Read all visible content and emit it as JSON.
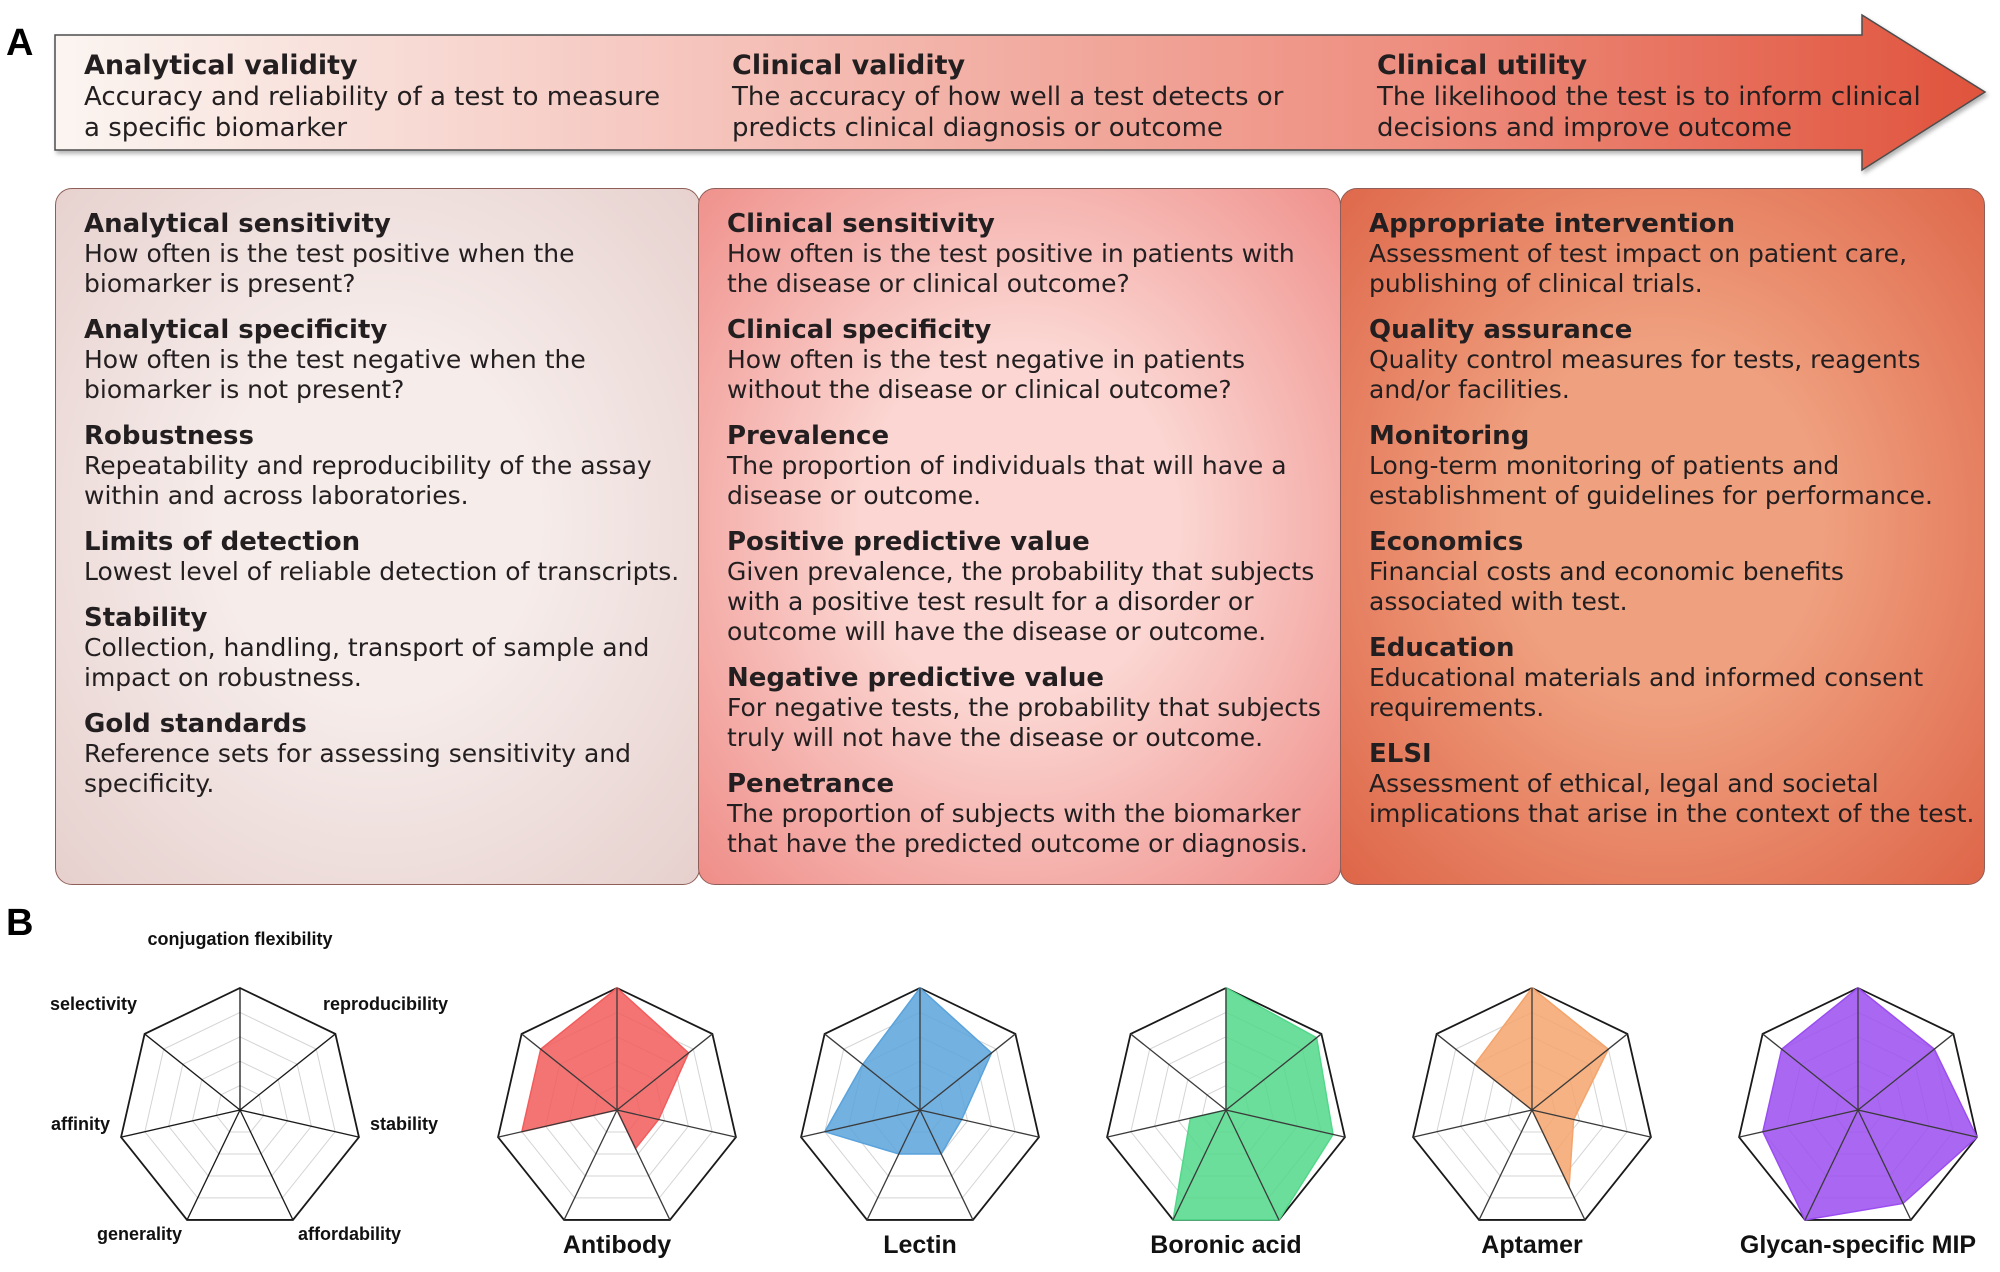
{
  "panel_labels": {
    "a": "A",
    "b": "B"
  },
  "arrow_sections": [
    {
      "heading": "Analytical validity",
      "description": "Accuracy and reliability of a test to measure a specific biomarker"
    },
    {
      "heading": "Clinical validity",
      "description": "The accuracy of how well a test detects or predicts clinical diagnosis or outcome"
    },
    {
      "heading": "Clinical utility",
      "description": "The likelihood the test is to inform clinical decisions and improve outcome"
    }
  ],
  "boxes": [
    {
      "items": [
        {
          "heading": "Analytical sensitivity",
          "description": "How often is the test positive when the biomarker is present?"
        },
        {
          "heading": "Analytical specificity",
          "description": "How often is the test negative when the biomarker is not present?"
        },
        {
          "heading": "Robustness",
          "description": "Repeatability and reproducibility of the assay within and across laboratories."
        },
        {
          "heading": "Limits of detection",
          "description": "Lowest level of reliable detection of transcripts."
        },
        {
          "heading": "Stability",
          "description": "Collection, handling, transport of sample and impact on robustness."
        },
        {
          "heading": "Gold standards",
          "description": "Reference sets for assessing sensitivity and specificity."
        }
      ]
    },
    {
      "items": [
        {
          "heading": "Clinical sensitivity",
          "description": "How often is the test positive in patients with the disease or clinical outcome?"
        },
        {
          "heading": "Clinical specificity",
          "description": "How often is the test negative in patients without the disease or clinical outcome?"
        },
        {
          "heading": "Prevalence",
          "description": "The proportion of individuals that will have a disease or outcome."
        },
        {
          "heading": "Positive predictive value",
          "description": "Given prevalence, the probability that subjects with a positive test result for a disorder or outcome will have the disease or outcome."
        },
        {
          "heading": "Negative predictive value",
          "description": "For negative tests, the probability that subjects truly will not have the disease or outcome."
        },
        {
          "heading": "Penetrance",
          "description": "The proportion of subjects with the biomarker that have the predicted outcome or diagnosis."
        }
      ]
    },
    {
      "items": [
        {
          "heading": "Appropriate intervention",
          "description": "Assessment of test impact on patient care, publishing of clinical trials."
        },
        {
          "heading": "Quality assurance",
          "description": "Quality control measures for tests, reagents and/or facilities."
        },
        {
          "heading": "Monitoring",
          "description": "Long-term monitoring of patients and establishment of guidelines for performance."
        },
        {
          "heading": "Economics",
          "description": "Financial costs and economic benefits associated with test."
        },
        {
          "heading": "Education",
          "description": "Educational materials and informed consent requirements."
        },
        {
          "heading": "ELSI",
          "description": "Assessment of ethical, legal and societal implications that arise in the context of the test."
        }
      ]
    }
  ],
  "chart_data": {
    "type": "radar",
    "axes": [
      "conjugation flexibility",
      "reproducibility",
      "stability",
      "affordability",
      "generality",
      "affinity",
      "selectivity"
    ],
    "range": [
      0,
      1
    ],
    "grid_levels": 5,
    "series": [
      {
        "name": "Antibody",
        "color": "#f25c5c",
        "values": [
          1.0,
          0.75,
          0.35,
          0.35,
          0.0,
          0.8,
          0.8
        ]
      },
      {
        "name": "Lectin",
        "color": "#5aa3dc",
        "values": [
          1.0,
          0.75,
          0.35,
          0.4,
          0.4,
          0.8,
          0.6
        ]
      },
      {
        "name": "Boronic acid",
        "color": "#52d88a",
        "values": [
          1.0,
          0.95,
          0.9,
          1.0,
          1.0,
          0.3,
          0.0
        ]
      },
      {
        "name": "Aptamer",
        "color": "#f4a46c",
        "values": [
          1.0,
          0.8,
          0.35,
          0.7,
          0.0,
          0.0,
          0.6
        ]
      },
      {
        "name": "Glycan-specific MIP",
        "color": "#9b4ef0",
        "values": [
          1.0,
          0.8,
          1.0,
          0.85,
          1.0,
          0.8,
          0.8
        ]
      }
    ]
  }
}
